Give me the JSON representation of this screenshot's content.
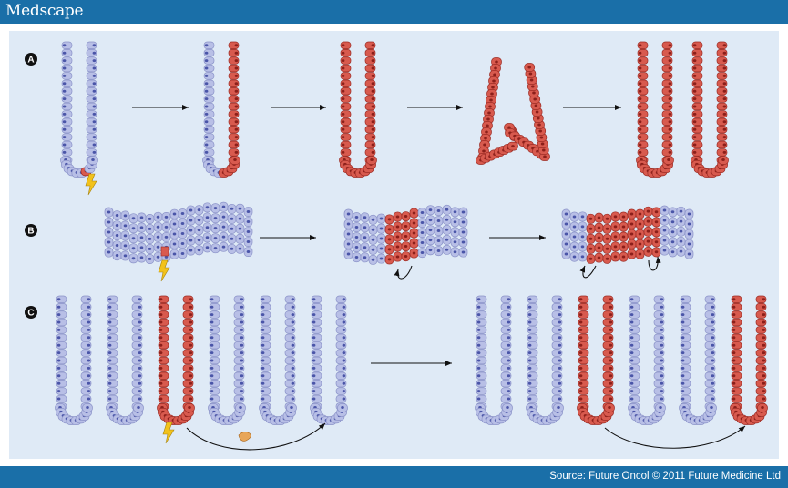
{
  "header": {
    "logo_text": "Medscape"
  },
  "footer": {
    "source_text": "Source: Future Oncol © 2011 Future Medicine Ltd"
  },
  "panels": [
    {
      "label": "A"
    },
    {
      "label": "B"
    },
    {
      "label": "C"
    }
  ],
  "colors": {
    "header_bar": "#1a6fa8",
    "panel_background": "#dfeaf6",
    "normal_cell": "#b8bfe6",
    "normal_nucleus": "#4a55a8",
    "mutant_cell": "#d85a4e",
    "mutant_nucleus": "#8c1f1a",
    "lightning": "#f2c21b"
  }
}
